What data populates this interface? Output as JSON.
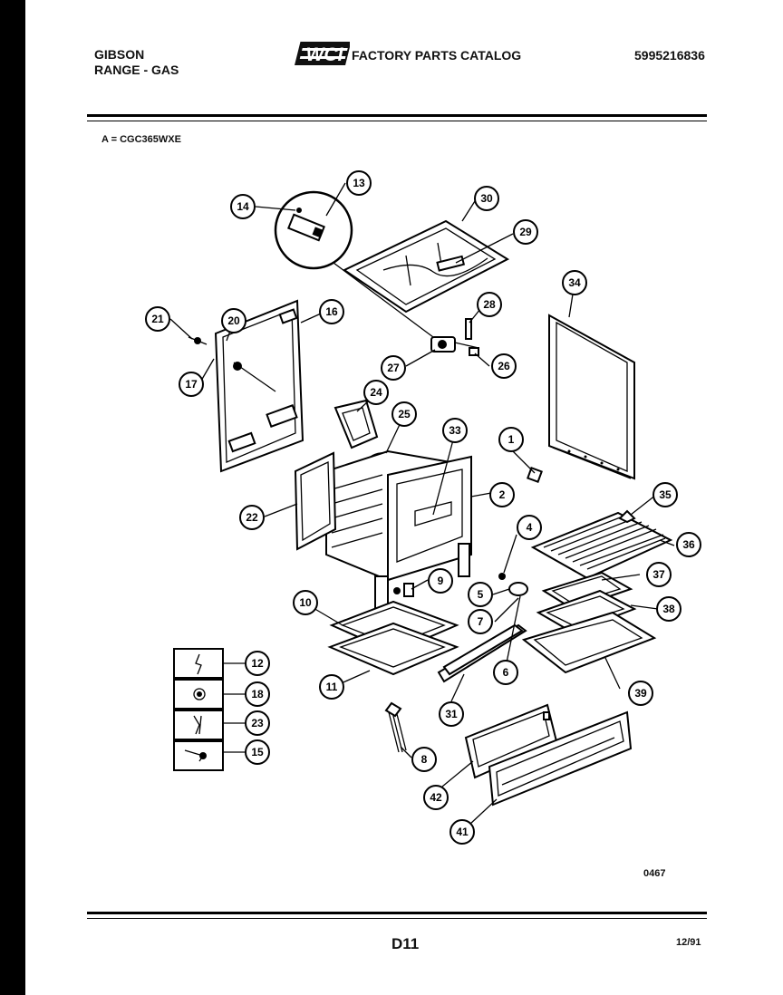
{
  "header": {
    "brand_line1": "GIBSON",
    "brand_line2": "RANGE - GAS",
    "logo_text": "WCI",
    "catalog_title": "FACTORY PARTS CATALOG",
    "part_number": "5995216836"
  },
  "model_line": "A = CGC365WXE",
  "footer": {
    "diagram_code": "0467",
    "page_id": "D11",
    "date": "12/91"
  },
  "callouts": [
    {
      "id": "13",
      "label": "13"
    },
    {
      "id": "14",
      "label": "14"
    },
    {
      "id": "30",
      "label": "30"
    },
    {
      "id": "29",
      "label": "29"
    },
    {
      "id": "28",
      "label": "28"
    },
    {
      "id": "26",
      "label": "26"
    },
    {
      "id": "27",
      "label": "27"
    },
    {
      "id": "34",
      "label": "34"
    },
    {
      "id": "21",
      "label": "21"
    },
    {
      "id": "20",
      "label": "20"
    },
    {
      "id": "16",
      "label": "16"
    },
    {
      "id": "17",
      "label": "17"
    },
    {
      "id": "24",
      "label": "24"
    },
    {
      "id": "25",
      "label": "25"
    },
    {
      "id": "33",
      "label": "33"
    },
    {
      "id": "1",
      "label": "1"
    },
    {
      "id": "2",
      "label": "2"
    },
    {
      "id": "22",
      "label": "22"
    },
    {
      "id": "35",
      "label": "35"
    },
    {
      "id": "4",
      "label": "4"
    },
    {
      "id": "36",
      "label": "36"
    },
    {
      "id": "9",
      "label": "9"
    },
    {
      "id": "37",
      "label": "37"
    },
    {
      "id": "5",
      "label": "5"
    },
    {
      "id": "10",
      "label": "10"
    },
    {
      "id": "38",
      "label": "38"
    },
    {
      "id": "7",
      "label": "7"
    },
    {
      "id": "6",
      "label": "6"
    },
    {
      "id": "12",
      "label": "12"
    },
    {
      "id": "11",
      "label": "11"
    },
    {
      "id": "18",
      "label": "18"
    },
    {
      "id": "31",
      "label": "31"
    },
    {
      "id": "39",
      "label": "39"
    },
    {
      "id": "23",
      "label": "23"
    },
    {
      "id": "15",
      "label": "15"
    },
    {
      "id": "8",
      "label": "8"
    },
    {
      "id": "42",
      "label": "42"
    },
    {
      "id": "41",
      "label": "41"
    }
  ]
}
